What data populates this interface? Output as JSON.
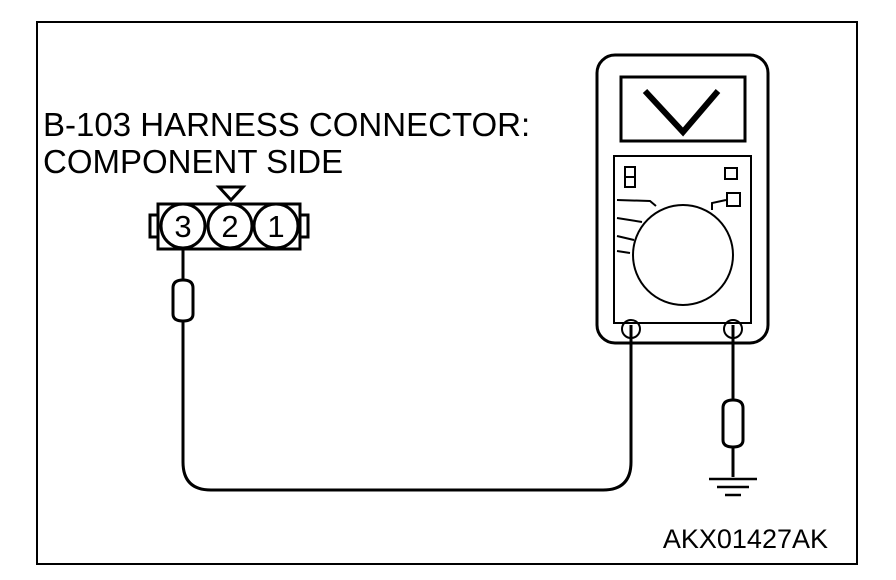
{
  "title_lines": [
    "B-103 HARNESS CONNECTOR:",
    "COMPONENT SIDE"
  ],
  "connector": {
    "pins": [
      "3",
      "2",
      "1"
    ]
  },
  "meter": {
    "display": "V",
    "icon": "voltmeter-icon"
  },
  "ground_icon": "ground-symbol-icon",
  "figure_code": "AKX01427AK",
  "colors": {
    "line": "#000000",
    "background": "#ffffff"
  }
}
